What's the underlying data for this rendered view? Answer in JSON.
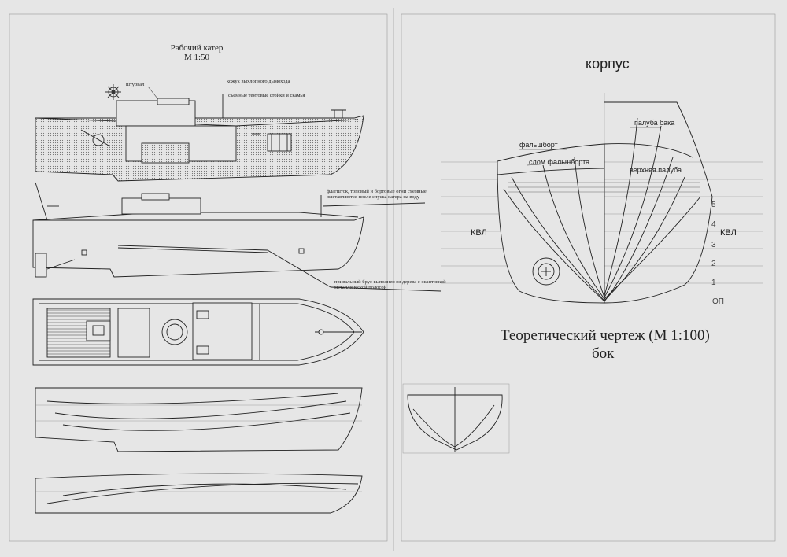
{
  "left_sheet": {
    "title_line1": "Рабочий катер",
    "title_line2": "М 1:50",
    "label_wheel": "штурвал",
    "label_exhaust": "кожух выхлопного дымохода",
    "label_posts": "съемные тентовые стойки и скамья",
    "note_flagpole": "флагшток, топовый и бортовые огни съемные, выставляются после спуска катера на воду",
    "note_fender": "привальный брус выполнен из дерева с окантовкой металлической полосой"
  },
  "right_sheet": {
    "heading": "корпус",
    "label_forecastle_deck": "палуба бака",
    "label_bulwark": "фальшборт",
    "label_bulwark_break": "слом фальшборта",
    "label_upper_deck": "верхняя палуба",
    "label_kvl_left": "КВЛ",
    "label_kvl_right": "КВЛ",
    "label_op": "ОП",
    "waterlines": [
      "5",
      "4",
      "3",
      "2",
      "1"
    ],
    "caption_line1": "Теоретический чертеж (М 1:100)",
    "caption_line2": "бок"
  },
  "colors": {
    "paper": "#e6e6e6",
    "ink": "#222222",
    "hatch": "#555555"
  }
}
